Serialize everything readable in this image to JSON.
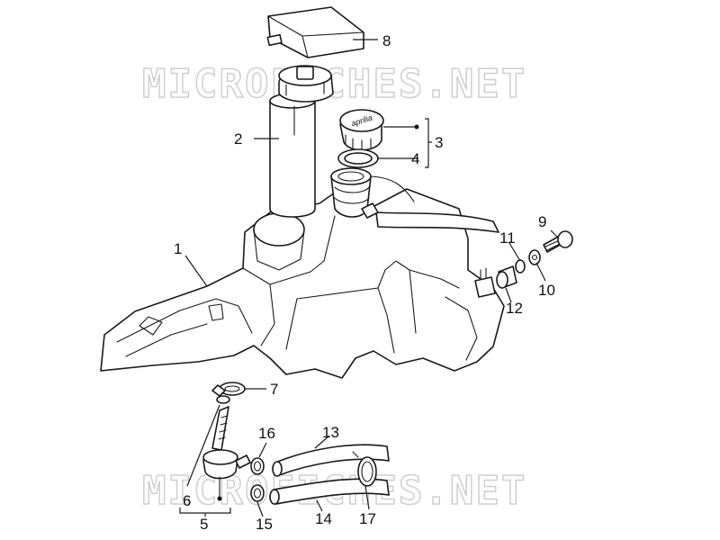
{
  "watermark": {
    "text": "MICROFICHES.NET"
  },
  "callouts": {
    "c1": "1",
    "c2": "2",
    "c3": "3",
    "c4": "4",
    "c5": "5",
    "c6": "6",
    "c7": "7",
    "c8": "8",
    "c9": "9",
    "c10": "10",
    "c11": "11",
    "c12": "12",
    "c13": "13",
    "c14": "14",
    "c15": "15",
    "c16": "16",
    "c17": "17"
  },
  "cap": {
    "logo_text": "aprilia"
  }
}
